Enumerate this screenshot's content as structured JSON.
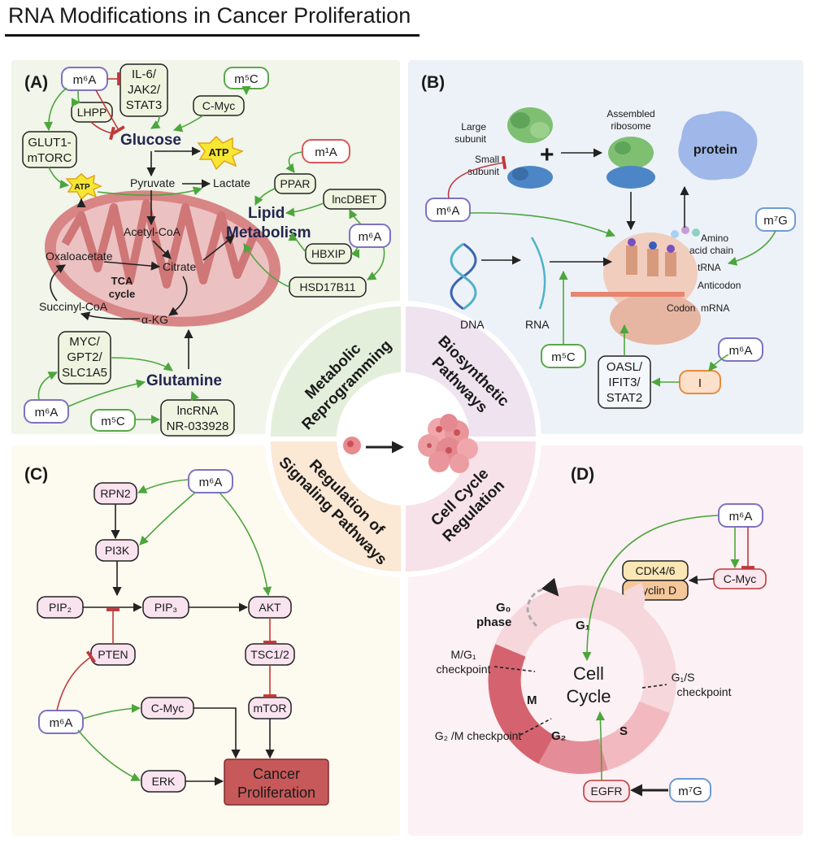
{
  "title": "RNA Modifications in Cancer Proliferation",
  "colors": {
    "panel_a_bg": "#f1f5ea",
    "panel_b_bg": "#edf2f8",
    "panel_c_bg": "#fdfaf0",
    "panel_d_bg": "#fcf1f4",
    "activation_arrow": "#4ca63c",
    "inhibition_arrow": "#c0393b",
    "m6a_border": "#7f72c2",
    "m5c_border": "#5aa84a",
    "m1a_border": "#d85a5a",
    "m7g_border": "#6f9bd4",
    "cancer_box": "#c7595a",
    "metabolic_wedge": "#e4efdb",
    "biosynthetic_wedge": "#efe3f0",
    "signaling_wedge": "#fbe8d5",
    "cellcycle_wedge": "#f7e2ea"
  },
  "center": {
    "wedges": {
      "metabolic": [
        "Metabolic",
        "Reprogramming"
      ],
      "biosynthetic": [
        "Biosynthetic",
        "Pathways"
      ],
      "signaling": [
        "Regulation of",
        "Signaling Pathways"
      ],
      "cellcycle": [
        "Cell Cycle",
        "Regulation"
      ]
    }
  },
  "panel_a": {
    "tag": "(A)",
    "m6a_top": "m⁶A",
    "il6": [
      "IL-6/",
      "JAK2/",
      "STAT3"
    ],
    "m5c_top": "m⁵C",
    "cmyc": "C-Myc",
    "lhpp": "LHPP",
    "glut1": [
      "GLUT1-",
      "mTORC"
    ],
    "glucose": "Glucose",
    "atp_big": "ATP",
    "atp_small": "ATP",
    "pyruvate": "Pyruvate",
    "lactate": "Lactate",
    "m1a": "m¹A",
    "ppar": "PPAR",
    "lncdbet": "lncDBET",
    "lipid": [
      "Lipid",
      "Metabolism"
    ],
    "m6a_right": "m⁶A",
    "hbxip": "HBXIP",
    "hsd": "HSD17B11",
    "acetyl_coa": "Acetyl-CoA",
    "oxaloacetate": "Oxaloacetate",
    "citrate": "Citrate",
    "tca": [
      "TCA",
      "cycle"
    ],
    "succinyl": "Succinyl-CoA",
    "akg": "α-KG",
    "myc_gpt2": [
      "MYC/",
      "GPT2/",
      "SLC1A5"
    ],
    "glutamine": "Glutamine",
    "m6a_bottom": "m⁶A",
    "m5c_bottom": "m⁵C",
    "lncrna": [
      "lncRNA",
      "NR-033928"
    ]
  },
  "panel_b": {
    "tag": "(B)",
    "large_subunit": [
      "Large",
      "subunit"
    ],
    "small_subunit": [
      "Small",
      "subunit"
    ],
    "assembled": [
      "Assembled",
      "ribosome"
    ],
    "protein": "protein",
    "m6a_left": "m⁶A",
    "m7g": "m⁷G",
    "amino_acid": [
      "Amino",
      "acid chain"
    ],
    "trna": "tRNA",
    "anticodon": "Anticodon",
    "codon": "Codon",
    "mrna": "mRNA",
    "dna": "DNA",
    "rna": "RNA",
    "m5c": "m⁵C",
    "oasl": [
      "OASL/",
      "IFIT3/",
      "STAT2"
    ],
    "m6a_right": "m⁶A",
    "i_box": "I"
  },
  "panel_c": {
    "tag": "(C)",
    "m6a_top": "m⁶A",
    "rpn2": "RPN2",
    "pi3k": "PI3K",
    "pip2": "PIP₂",
    "pip3": "PIP₃",
    "akt": "AKT",
    "pten": "PTEN",
    "tsc": "TSC1/2",
    "mtor": "mTOR",
    "m6a_bottom": "m⁶A",
    "cmyc": "C-Myc",
    "erk": "ERK",
    "cancer": [
      "Cancer",
      "Proliferation"
    ]
  },
  "panel_d": {
    "tag": "(D)",
    "m6a": "m⁶A",
    "cdk": "CDK4/6",
    "cyclin": "Cyclin D",
    "cmyc": "C-Myc",
    "g0": [
      "G₀",
      "phase"
    ],
    "g1": "G₁",
    "mg1": [
      "M/G₁",
      "checkpoint"
    ],
    "cell_cycle": [
      "Cell",
      "Cycle"
    ],
    "g1s": [
      "G₁/S",
      "checkpoint"
    ],
    "m": "M",
    "s": "S",
    "g2": "G₂",
    "g2m": "G₂ /M checkpoint",
    "egfr": "EGFR",
    "m7g": "m⁷G"
  }
}
